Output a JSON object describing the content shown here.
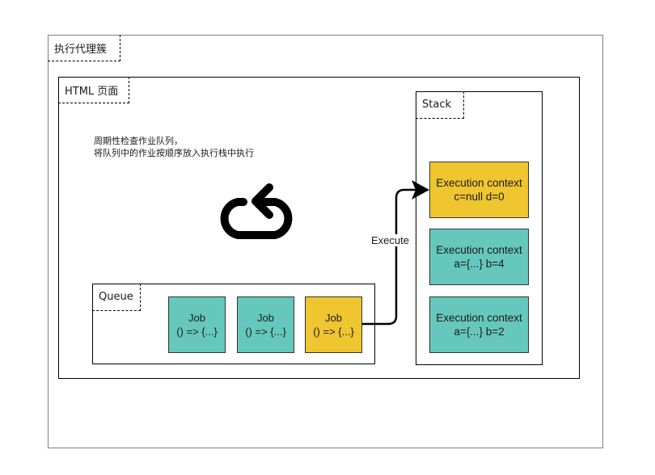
{
  "diagram": {
    "outer_container": {
      "label": "执行代理簇"
    },
    "html_page": {
      "label": "HTML 页面"
    },
    "note": {
      "lines": [
        "周期性检查作业队列，",
        "将队列中的作业按顺序放入执行栈中执行"
      ]
    },
    "loop_icon": "refresh-loop-icon",
    "queue": {
      "label": "Queue",
      "jobs": [
        {
          "title": "Job",
          "body": "() => {...}",
          "color": "#66c8bd"
        },
        {
          "title": "Job",
          "body": "() => {...}",
          "color": "#66c8bd"
        },
        {
          "title": "Job",
          "body": "() => {...}",
          "color": "#efc530"
        }
      ]
    },
    "stack": {
      "label": "Stack",
      "contexts": [
        {
          "title": "Execution context",
          "body": "c=null  d=0",
          "color": "#efc530"
        },
        {
          "title": "Execution context",
          "body": "a={...}  b=4",
          "color": "#66c8bd"
        },
        {
          "title": "Execution context",
          "body": "a={...}  b=2",
          "color": "#66c8bd"
        }
      ]
    },
    "edge": {
      "label": "Execute",
      "from": "queue.jobs.2",
      "to": "stack.contexts.0"
    }
  }
}
